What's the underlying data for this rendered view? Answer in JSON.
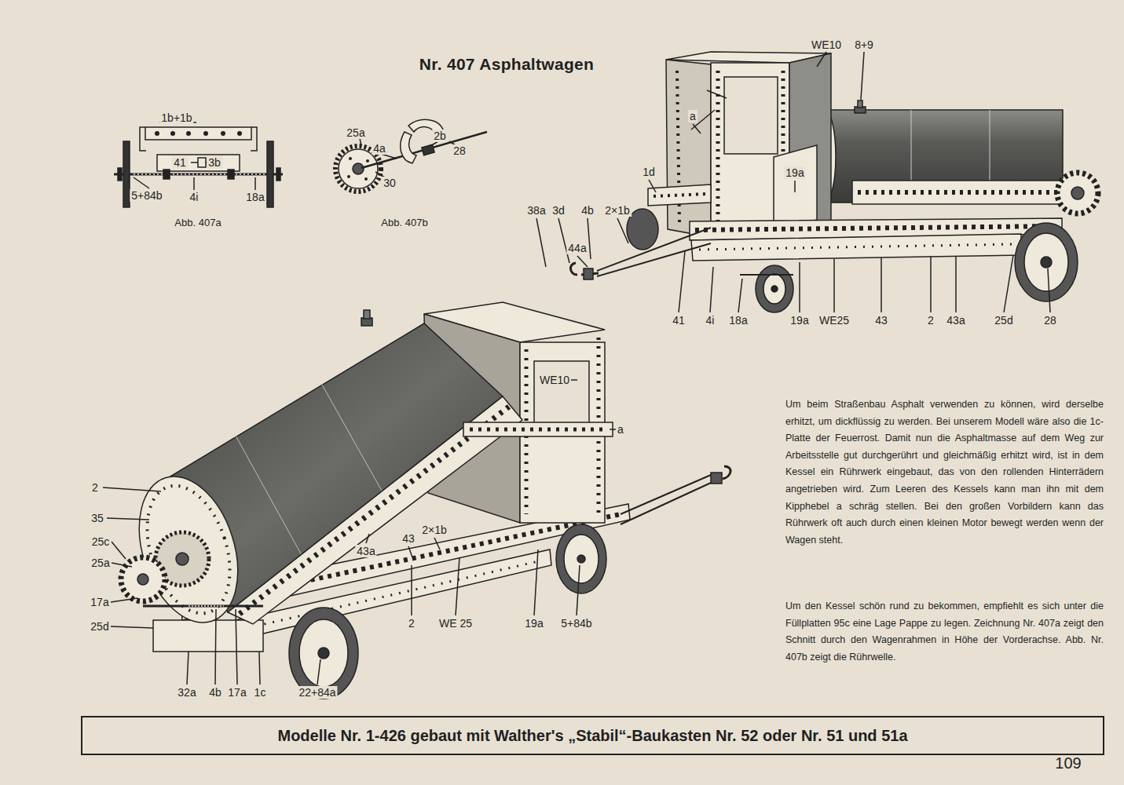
{
  "diagram": {
    "title": "Nr. 407 Asphaltwagen",
    "nodes": [
      {
        "text": [
          "Modelle Nr. 1-426 gebaut mit Walther's „Stabil“-Baukasten Nr. 52 oder Nr. 51 und 51a"
        ]
      }
    ],
    "labels": [
      "1b+1b",
      "41",
      "3b",
      "5+84b",
      "4i",
      "18a",
      "Abb. 407a",
      "25a",
      "4a",
      "2b",
      "28",
      "30",
      "Abb. 407b",
      "WE10",
      "8+9",
      "a",
      "1d",
      "19a",
      "38a",
      "3d",
      "4b",
      "2×1b",
      "44a",
      "41",
      "4i",
      "18a",
      "19a",
      "WE25",
      "43",
      "2",
      "43a",
      "25d",
      "28",
      "WE10",
      "a",
      "2",
      "35",
      "25c",
      "25a",
      "17a",
      "25d",
      "2×1b",
      "43",
      "43a",
      "2",
      "WE 25",
      "19a",
      "5+84b",
      "32a",
      "4b",
      "17a",
      "1c",
      "22+84a",
      "Um beim Straßenbau Asphalt verwenden zu können, wird derselbe erhitzt, um dickflüssig zu werden. Bei unserem Modell wäre also die 1c-Platte der Feuerrost. Damit nun die Asphaltmasse auf dem Weg zur Arbeitsstelle gut durchgerührt und gleichmäßig erhitzt wird, ist in dem Kessel ein Rührwerk eingebaut, das von den rollenden Hinterrädern angetrieben wird. Zum Leeren des Kessels kann man ihn mit dem Kipphebel a schräg stellen. Bei den großen Vorbildern kann das Rührwerk oft auch durch einen kleinen Motor bewegt werden wenn der Wagen steht.",
      "Um den Kessel schön rund zu bekommen, empfiehlt es sich unter die Füllplatten 95c eine Lage Pappe zu legen. Zeichnung Nr. 407a zeigt den Schnitt durch den Wagenrahmen in Höhe der Vorderachse. Abb. Nr. 407b zeigt die Rührwelle.",
      "109"
    ]
  }
}
